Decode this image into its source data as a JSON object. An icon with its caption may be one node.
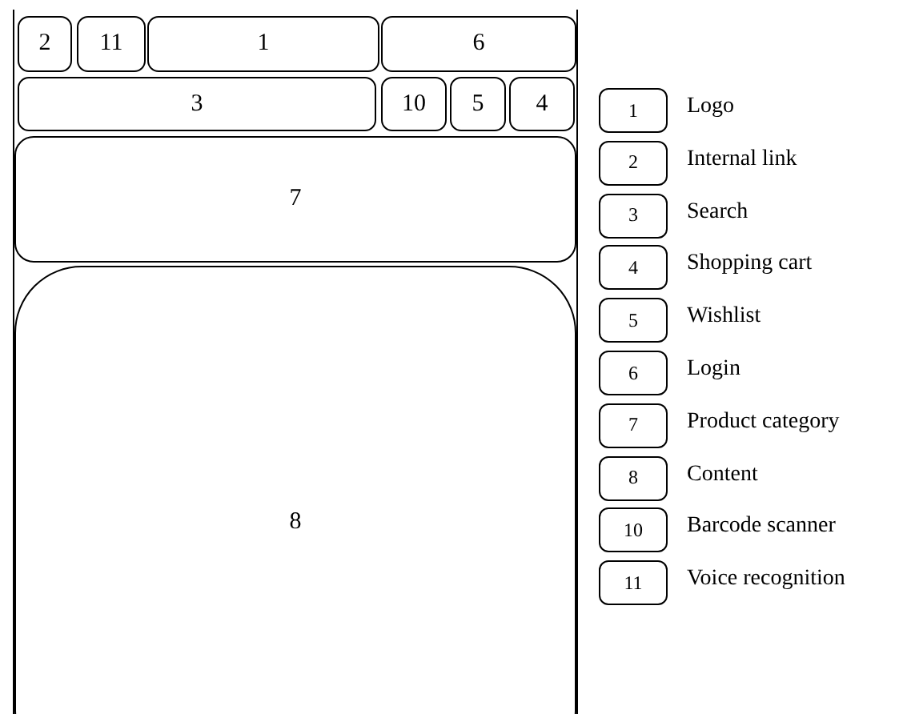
{
  "diagram": {
    "nodes": [
      {
        "text": [],
        "shape": "box"
      },
      {
        "text": [
          "2"
        ],
        "in": 0
      },
      {
        "text": [
          "11"
        ],
        "in": 0
      },
      {
        "text": [
          "1"
        ],
        "in": 0
      },
      {
        "text": [
          "6"
        ],
        "in": 0
      },
      {
        "text": [
          "3"
        ],
        "in": 0
      },
      {
        "text": [
          "10"
        ],
        "in": 0
      },
      {
        "text": [
          "5"
        ],
        "in": 0
      },
      {
        "text": [
          "4"
        ],
        "in": 0
      },
      {
        "text": [
          "7"
        ],
        "in": 0
      },
      {
        "text": [
          "8"
        ],
        "in": 0
      },
      {
        "text": [
          "1"
        ],
        "beside": [
          "Logo"
        ]
      },
      {
        "text": [
          "2"
        ],
        "beside": [
          "Internal link"
        ]
      },
      {
        "text": [
          "3"
        ],
        "beside": [
          "Search"
        ]
      },
      {
        "text": [
          "4"
        ],
        "beside": [
          "Shopping cart"
        ]
      },
      {
        "text": [
          "5"
        ],
        "beside": [
          "Wishlist"
        ]
      },
      {
        "text": [
          "6"
        ],
        "beside": [
          "Login"
        ]
      },
      {
        "text": [
          "7"
        ],
        "beside": [
          "Product category"
        ]
      },
      {
        "text": [
          "8"
        ],
        "beside": [
          "Content"
        ]
      },
      {
        "text": [
          "10"
        ],
        "beside": [
          "Barcode scanner"
        ]
      },
      {
        "text": [
          "11"
        ],
        "beside": [
          "Voice recognition"
        ]
      }
    ],
    "edges": []
  }
}
